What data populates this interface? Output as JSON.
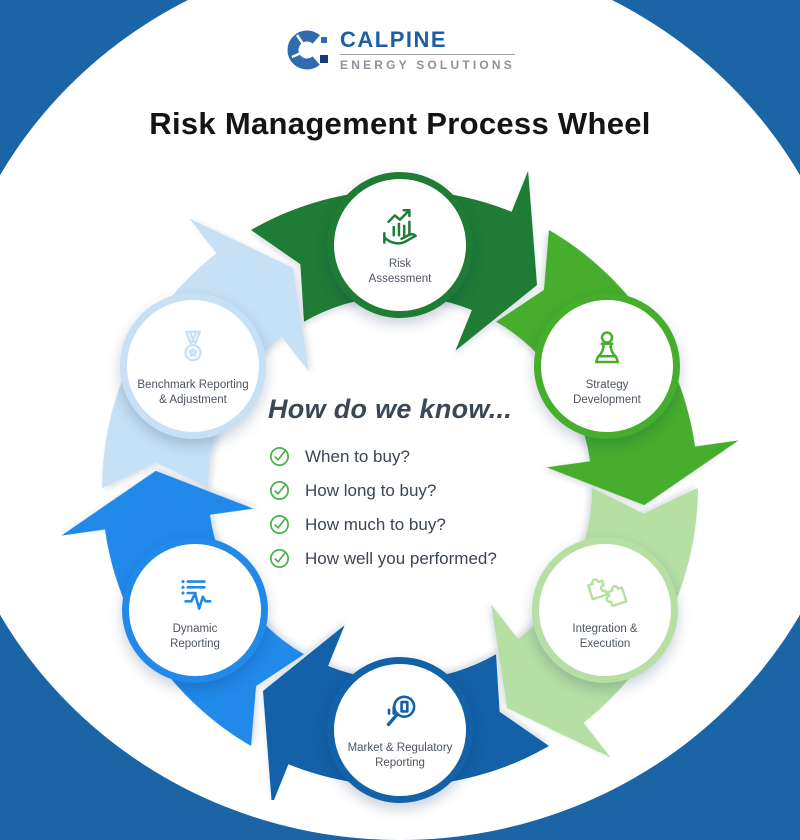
{
  "logo": {
    "brand": "CALPINE",
    "subtitle": "ENERGY SOLUTIONS",
    "brand_color": "#1d5fa7",
    "subtitle_color": "#8d9298",
    "mark_color": "#2f6bad",
    "mark_dark_color": "#123f77"
  },
  "title": {
    "text": "Risk Management Process Wheel"
  },
  "background": {
    "page_color": "#1b64a5",
    "panel_color": "#ffffff"
  },
  "center": {
    "heading": "How do we know...",
    "check_color": "#4caf50",
    "items": [
      "When to buy?",
      "How long to buy?",
      "How much to buy?",
      "How well you performed?"
    ]
  },
  "wheel": {
    "segments": [
      {
        "name": "risk-assessment",
        "label": "Risk Assessment",
        "icon": "hand-growth-chart-icon",
        "color": "#1e7c34"
      },
      {
        "name": "strategy-development",
        "label": "Strategy Development",
        "icon": "chess-pawn-icon",
        "color": "#46ae2c"
      },
      {
        "name": "integration-execution",
        "label": "Integration & Execution",
        "icon": "puzzle-pieces-icon",
        "color": "#b5dfa3"
      },
      {
        "name": "market-regulatory-reporting",
        "label": "Market & Regulatory Reporting",
        "icon": "magnifier-chart-icon",
        "color": "#1361a8"
      },
      {
        "name": "dynamic-reporting",
        "label": "Dynamic Reporting",
        "icon": "list-pulse-icon",
        "color": "#2189e9"
      },
      {
        "name": "benchmark-reporting-adjustment",
        "label": "Benchmark Reporting & Adjustment",
        "icon": "medal-icon",
        "color": "#c6e0f5"
      }
    ]
  }
}
